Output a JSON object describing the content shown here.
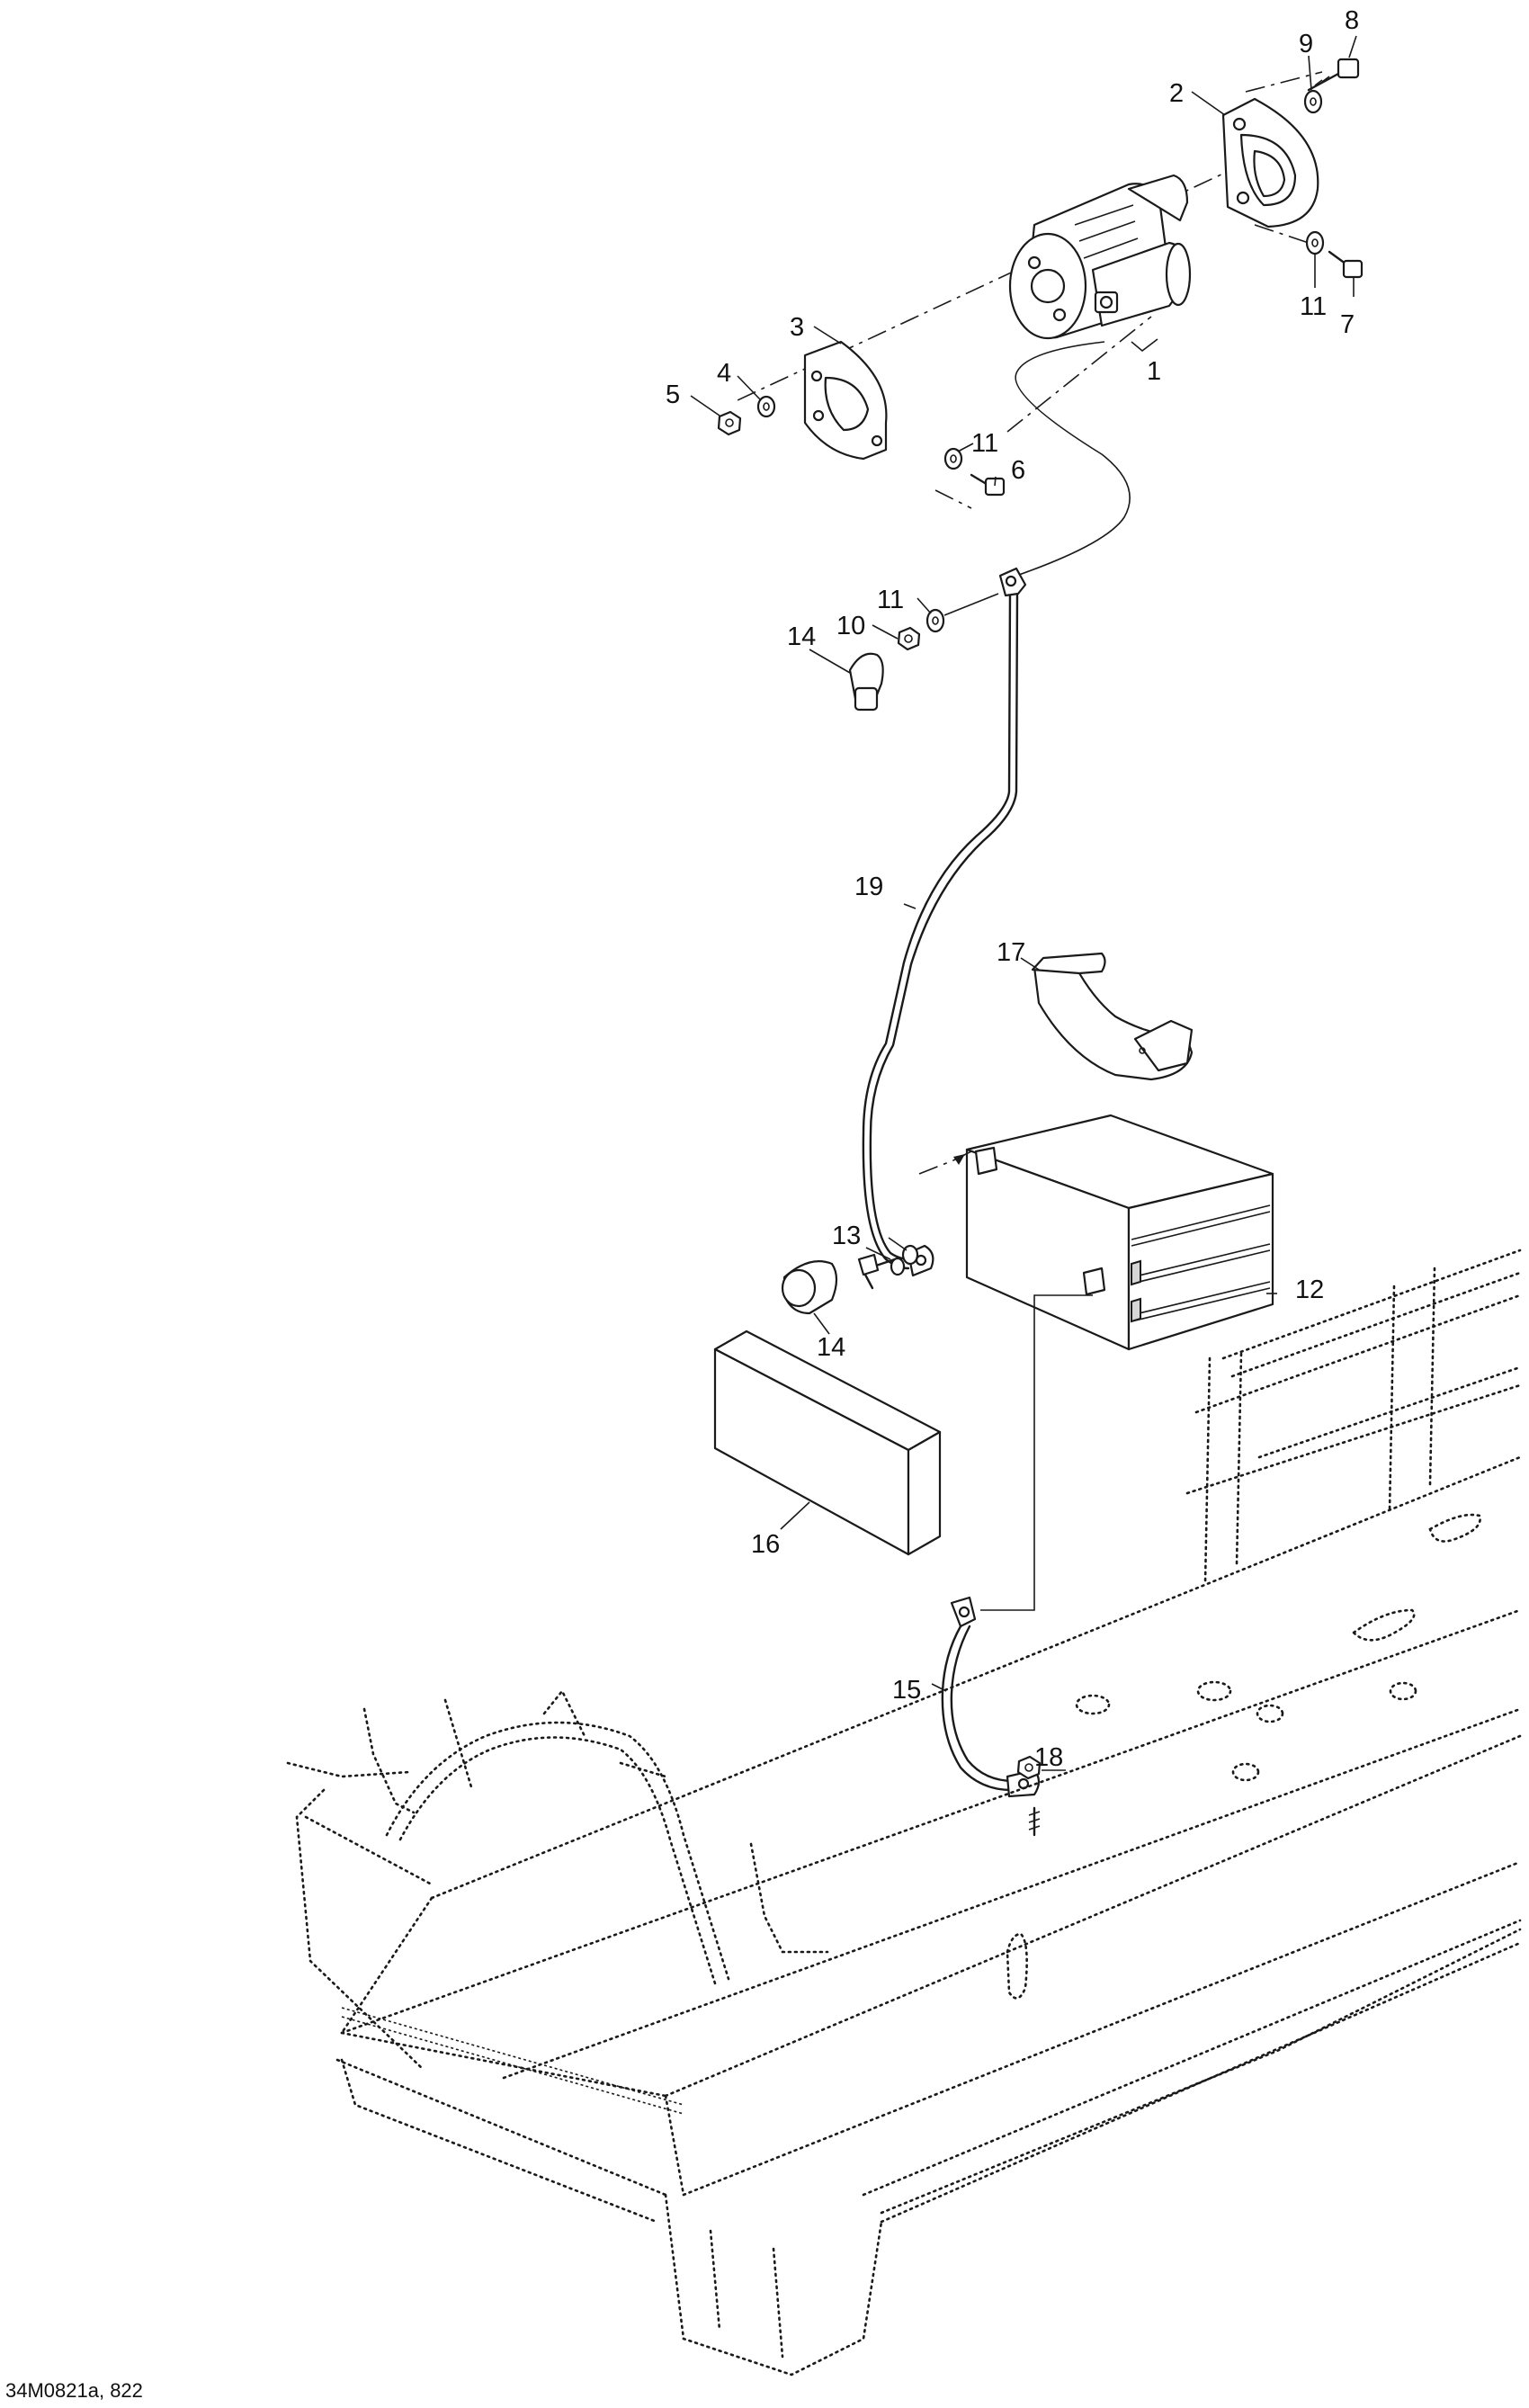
{
  "diagram": {
    "callouts": [
      {
        "id": "c1",
        "text": "1"
      },
      {
        "id": "c2",
        "text": "2"
      },
      {
        "id": "c3",
        "text": "3"
      },
      {
        "id": "c4",
        "text": "4"
      },
      {
        "id": "c5",
        "text": "5"
      },
      {
        "id": "c6",
        "text": "6"
      },
      {
        "id": "c7",
        "text": "7"
      },
      {
        "id": "c8",
        "text": "8"
      },
      {
        "id": "c9",
        "text": "9"
      },
      {
        "id": "c10",
        "text": "10"
      },
      {
        "id": "c11a",
        "text": "11"
      },
      {
        "id": "c11b",
        "text": "11"
      },
      {
        "id": "c11c",
        "text": "11"
      },
      {
        "id": "c12",
        "text": "12"
      },
      {
        "id": "c13",
        "text": "13"
      },
      {
        "id": "c14a",
        "text": "14"
      },
      {
        "id": "c14b",
        "text": "14"
      },
      {
        "id": "c15",
        "text": "15"
      },
      {
        "id": "c16",
        "text": "16"
      },
      {
        "id": "c17",
        "text": "17"
      },
      {
        "id": "c18",
        "text": "18"
      },
      {
        "id": "c19",
        "text": "19"
      }
    ],
    "reference_code": "34M0821a, 822"
  }
}
